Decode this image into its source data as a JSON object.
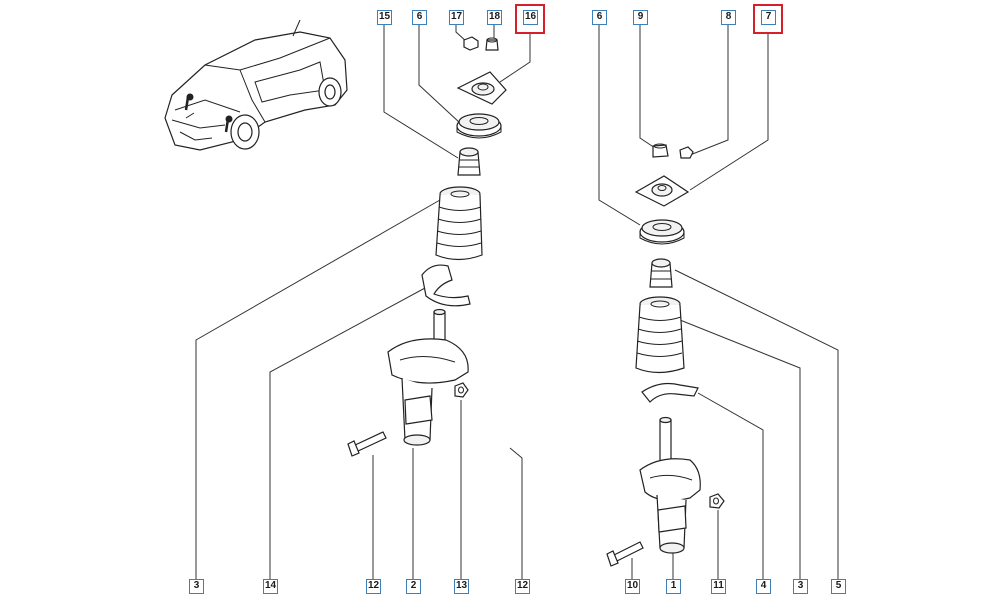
{
  "diagram": {
    "colors": {
      "callout_border": "#3d7fb8",
      "highlight_border": "#d4202a",
      "line": "#333333"
    },
    "callouts": [
      {
        "id": "c-15",
        "label": "15"
      },
      {
        "id": "c-6a",
        "label": "6"
      },
      {
        "id": "c-17",
        "label": "17"
      },
      {
        "id": "c-18",
        "label": "18"
      },
      {
        "id": "c-16",
        "label": "16",
        "highlighted": true
      },
      {
        "id": "c-6b",
        "label": "6"
      },
      {
        "id": "c-9",
        "label": "9"
      },
      {
        "id": "c-8",
        "label": "8"
      },
      {
        "id": "c-7",
        "label": "7",
        "highlighted": true
      },
      {
        "id": "c-3a",
        "label": "3"
      },
      {
        "id": "c-14",
        "label": "14"
      },
      {
        "id": "c-12a",
        "label": "12"
      },
      {
        "id": "c-2",
        "label": "2"
      },
      {
        "id": "c-13",
        "label": "13"
      },
      {
        "id": "c-12b",
        "label": "12"
      },
      {
        "id": "c-10",
        "label": "10"
      },
      {
        "id": "c-1",
        "label": "1"
      },
      {
        "id": "c-11",
        "label": "11"
      },
      {
        "id": "c-4",
        "label": "4"
      },
      {
        "id": "c-3b",
        "label": "3"
      },
      {
        "id": "c-5",
        "label": "5"
      }
    ]
  }
}
